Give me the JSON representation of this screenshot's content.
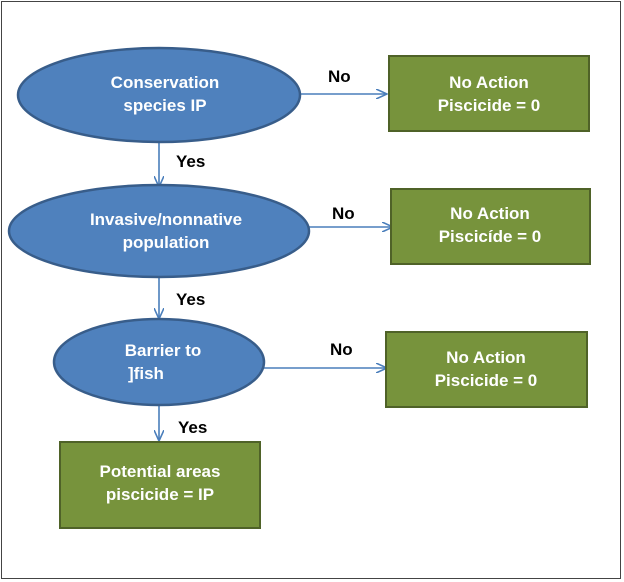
{
  "colors": {
    "ellipse_fill": "#4f81bd",
    "ellipse_stroke": "#385d8a",
    "box_fill": "#77933c",
    "box_stroke": "#4f6228",
    "arrow": "#4a7ebb"
  },
  "nodes": {
    "decision1": {
      "line1": "Conservation",
      "line2": "species IP"
    },
    "decision2": {
      "line1": "Invasive/nonnative",
      "line2": "population"
    },
    "decision3": {
      "line1": "Barrier to",
      "line2": "]fish"
    },
    "outcome1": {
      "line1": "No Action",
      "line2": "Piscicide = 0"
    },
    "outcome2": {
      "line1": "No Action",
      "line2": "Piscicíde = 0"
    },
    "outcome3": {
      "line1": "No Action",
      "line2": "Piscicide = 0"
    },
    "result": {
      "line1": "Potential areas",
      "line2": "piscicide = IP"
    }
  },
  "edges": {
    "no1": "No",
    "no2": "No",
    "no3": "No",
    "yes1": "Yes",
    "yes2": "Yes",
    "yes3": "Yes"
  }
}
